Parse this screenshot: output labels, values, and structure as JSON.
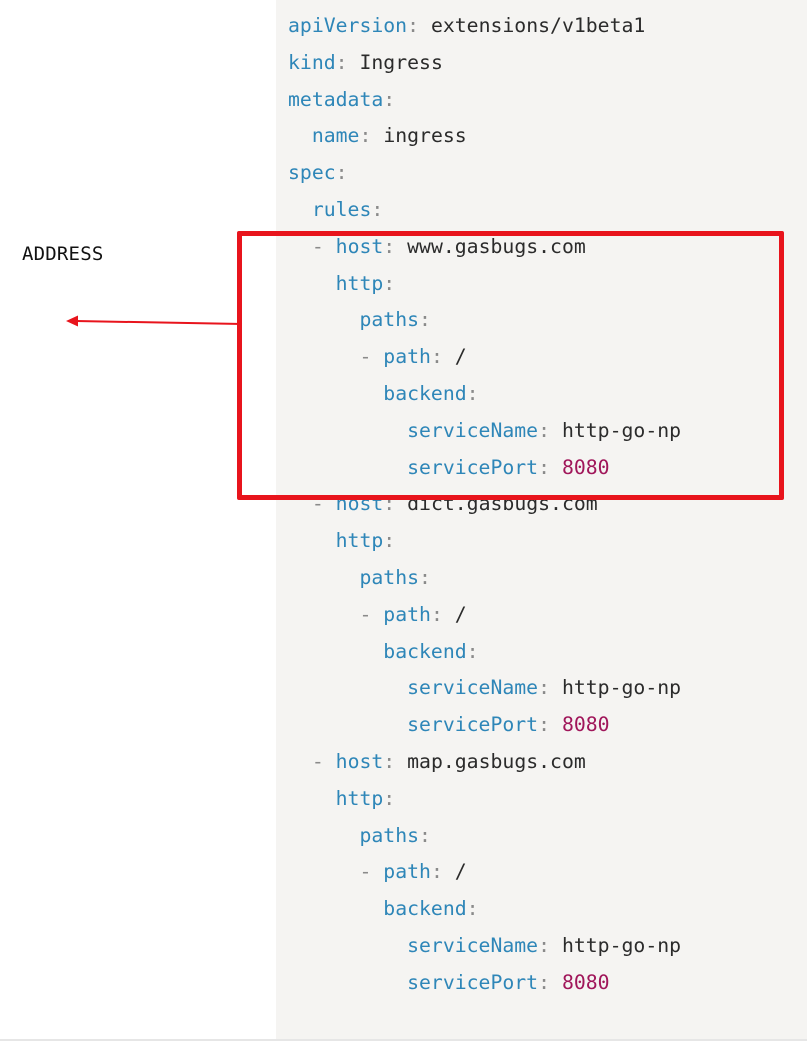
{
  "annotation": {
    "label": "ADDRESS",
    "box_color": "#e8141c",
    "arrow_color": "#e8141c"
  },
  "code": {
    "lines": [
      {
        "indent": "",
        "dash": "",
        "key": "apiVersion",
        "value": "extensions/v1beta1",
        "value_type": "str"
      },
      {
        "indent": "",
        "dash": "",
        "key": "kind",
        "value": "Ingress",
        "value_type": "str"
      },
      {
        "indent": "",
        "dash": "",
        "key": "metadata",
        "value": "",
        "value_type": "str"
      },
      {
        "indent": "  ",
        "dash": "",
        "key": "name",
        "value": "ingress",
        "value_type": "str"
      },
      {
        "indent": "",
        "dash": "",
        "key": "spec",
        "value": "",
        "value_type": "str"
      },
      {
        "indent": "  ",
        "dash": "",
        "key": "rules",
        "value": "",
        "value_type": "str"
      },
      {
        "indent": "  ",
        "dash": "- ",
        "key": "host",
        "value": "www.gasbugs.com",
        "value_type": "str"
      },
      {
        "indent": "    ",
        "dash": "",
        "key": "http",
        "value": "",
        "value_type": "str"
      },
      {
        "indent": "      ",
        "dash": "",
        "key": "paths",
        "value": "",
        "value_type": "str"
      },
      {
        "indent": "      ",
        "dash": "- ",
        "key": "path",
        "value": "/",
        "value_type": "str"
      },
      {
        "indent": "        ",
        "dash": "",
        "key": "backend",
        "value": "",
        "value_type": "str"
      },
      {
        "indent": "          ",
        "dash": "",
        "key": "serviceName",
        "value": "http-go-np",
        "value_type": "str"
      },
      {
        "indent": "          ",
        "dash": "",
        "key": "servicePort",
        "value": "8080",
        "value_type": "num"
      },
      {
        "indent": "  ",
        "dash": "- ",
        "key": "host",
        "value": "dict.gasbugs.com",
        "value_type": "str"
      },
      {
        "indent": "    ",
        "dash": "",
        "key": "http",
        "value": "",
        "value_type": "str"
      },
      {
        "indent": "      ",
        "dash": "",
        "key": "paths",
        "value": "",
        "value_type": "str"
      },
      {
        "indent": "      ",
        "dash": "- ",
        "key": "path",
        "value": "/",
        "value_type": "str"
      },
      {
        "indent": "        ",
        "dash": "",
        "key": "backend",
        "value": "",
        "value_type": "str"
      },
      {
        "indent": "          ",
        "dash": "",
        "key": "serviceName",
        "value": "http-go-np",
        "value_type": "str"
      },
      {
        "indent": "          ",
        "dash": "",
        "key": "servicePort",
        "value": "8080",
        "value_type": "num"
      },
      {
        "indent": "  ",
        "dash": "- ",
        "key": "host",
        "value": "map.gasbugs.com",
        "value_type": "str"
      },
      {
        "indent": "    ",
        "dash": "",
        "key": "http",
        "value": "",
        "value_type": "str"
      },
      {
        "indent": "      ",
        "dash": "",
        "key": "paths",
        "value": "",
        "value_type": "str"
      },
      {
        "indent": "      ",
        "dash": "- ",
        "key": "path",
        "value": "/",
        "value_type": "str"
      },
      {
        "indent": "        ",
        "dash": "",
        "key": "backend",
        "value": "",
        "value_type": "str"
      },
      {
        "indent": "          ",
        "dash": "",
        "key": "serviceName",
        "value": "http-go-np",
        "value_type": "str"
      },
      {
        "indent": "          ",
        "dash": "",
        "key": "servicePort",
        "value": "8080",
        "value_type": "num"
      }
    ]
  }
}
